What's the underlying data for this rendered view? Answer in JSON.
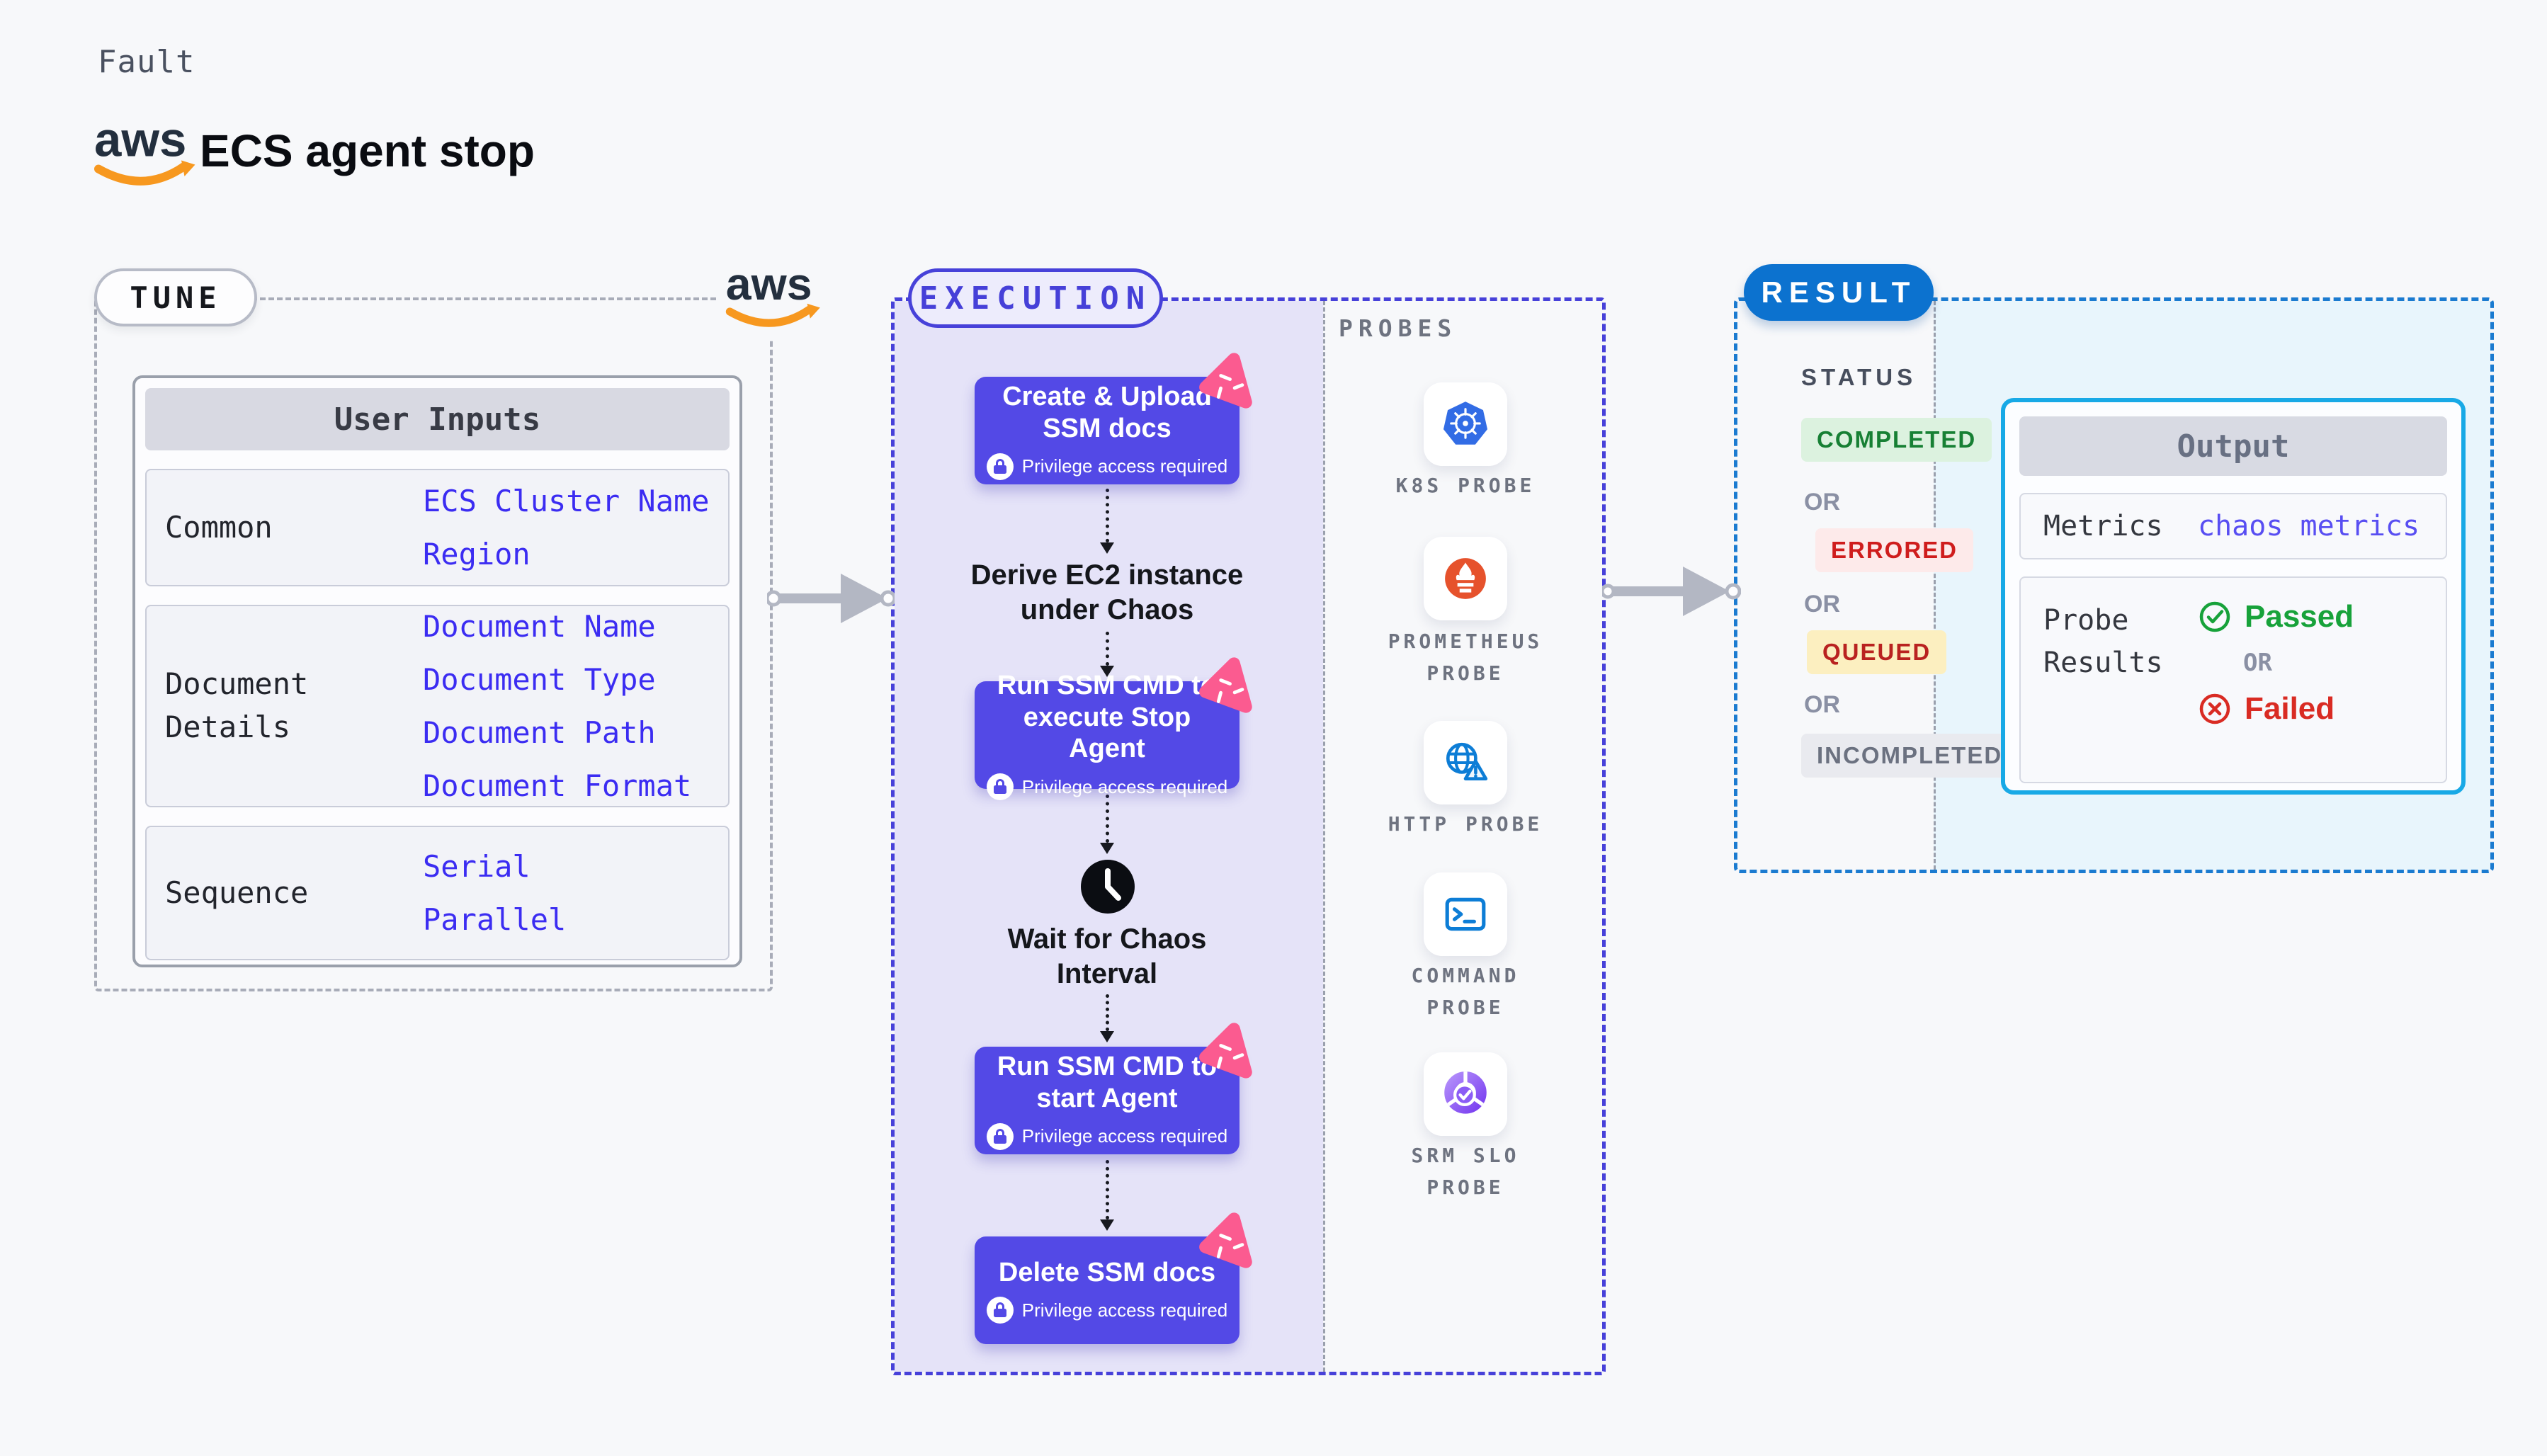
{
  "page": {
    "kicker": "Fault",
    "title": "ECS agent stop"
  },
  "aws": {
    "logo_text": "aws"
  },
  "tune": {
    "pill": "TUNE",
    "table": {
      "header": "User Inputs",
      "rows": [
        {
          "label": "Common",
          "values": [
            "ECS Cluster Name",
            "Region"
          ]
        },
        {
          "label": "Document Details",
          "values": [
            "Document Name",
            "Document Type",
            "Document Path",
            "Document Format"
          ]
        },
        {
          "label": "Sequence",
          "values": [
            "Serial",
            "Parallel"
          ]
        }
      ]
    }
  },
  "execution": {
    "pill": "EXECUTION",
    "privilege_note": "Privilege access required",
    "steps": [
      {
        "kind": "action",
        "label": "Create & Upload SSM docs"
      },
      {
        "kind": "text",
        "label": "Derive EC2 instance under Chaos"
      },
      {
        "kind": "action",
        "label": "Run SSM CMD to execute Stop Agent"
      },
      {
        "kind": "wait",
        "label": "Wait for Chaos Interval"
      },
      {
        "kind": "action",
        "label": "Run SSM CMD to start Agent"
      },
      {
        "kind": "action",
        "label": "Delete SSM docs"
      }
    ],
    "probes": {
      "label": "PROBES",
      "items": [
        {
          "name": "K8S PROBE",
          "icon": "kubernetes-icon"
        },
        {
          "name": "PROMETHEUS PROBE",
          "icon": "prometheus-icon"
        },
        {
          "name": "HTTP PROBE",
          "icon": "globe-warning-icon"
        },
        {
          "name": "COMMAND PROBE",
          "icon": "terminal-icon"
        },
        {
          "name": "SRM SLO PROBE",
          "icon": "slo-donut-check-icon"
        }
      ]
    }
  },
  "result": {
    "pill": "RESULT",
    "status_label": "STATUS",
    "or_label": "OR",
    "statuses": [
      {
        "label": "COMPLETED",
        "tone": "green"
      },
      {
        "label": "ERRORED",
        "tone": "red"
      },
      {
        "label": "QUEUED",
        "tone": "yellow"
      },
      {
        "label": "INCOMPLETED",
        "tone": "gray"
      }
    ],
    "output": {
      "header": "Output",
      "metrics_label": "Metrics",
      "metrics_value": "chaos metrics",
      "probe_results_label": "Probe Results",
      "passed_label": "Passed",
      "or_label": "OR",
      "failed_label": "Failed"
    }
  },
  "colors": {
    "page_bg": "#f7f8fa",
    "step_indigo": "#5349e6",
    "execution_border": "#4741d9",
    "lavender_panel": "#e5e3f8",
    "chaos_pink": "#fb5b90",
    "result_blue": "#0c72cf",
    "output_border": "#18a9e6",
    "light_blue_panel": "#e8f5fc",
    "value_blue": "#3b2cf2",
    "passed_green": "#17a23a",
    "failed_red": "#d92b23",
    "arrow_gray": "#b3b7c3",
    "aws_orange": "#f7981f"
  }
}
